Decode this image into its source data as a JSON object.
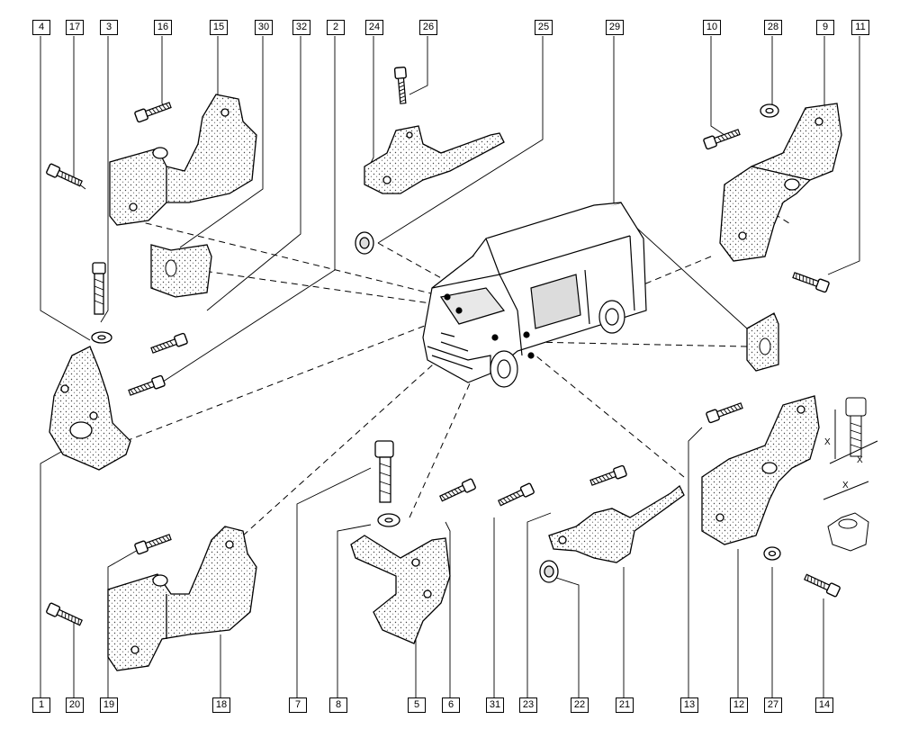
{
  "callouts_top": [
    "4",
    "17",
    "3",
    "16",
    "15",
    "30",
    "32",
    "2",
    "24",
    "26",
    "25",
    "29",
    "10",
    "28",
    "9",
    "11"
  ],
  "callouts_bottom": [
    "1",
    "20",
    "19",
    "18",
    "7",
    "8",
    "5",
    "6",
    "31",
    "23",
    "22",
    "21",
    "13",
    "12",
    "27",
    "14"
  ],
  "dimension_label": "X"
}
